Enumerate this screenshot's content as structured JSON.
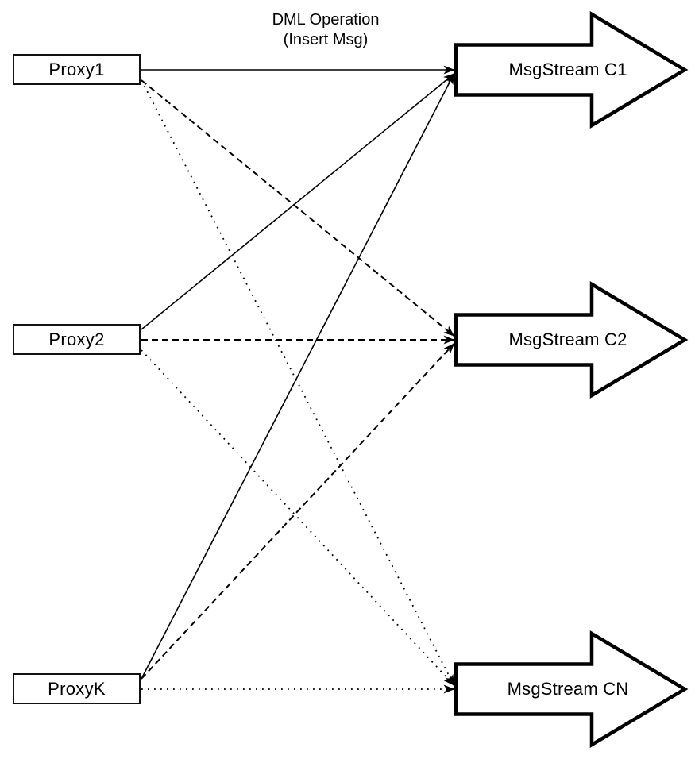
{
  "title": {
    "line1": "DML Operation",
    "line2": "(Insert Msg)"
  },
  "proxies": [
    {
      "id": "p1",
      "label": "Proxy1"
    },
    {
      "id": "p2",
      "label": "Proxy2"
    },
    {
      "id": "pk",
      "label": "ProxyK"
    }
  ],
  "streams": [
    {
      "id": "c1",
      "label": "MsgStream C1"
    },
    {
      "id": "c2",
      "label": "MsgStream C2"
    },
    {
      "id": "cn",
      "label": "MsgStream CN"
    }
  ],
  "edges": [
    {
      "from": "p1",
      "to": "c1",
      "style": "solid"
    },
    {
      "from": "p1",
      "to": "c2",
      "style": "dashed"
    },
    {
      "from": "p1",
      "to": "cn",
      "style": "dotted"
    },
    {
      "from": "p2",
      "to": "c1",
      "style": "solid"
    },
    {
      "from": "p2",
      "to": "c2",
      "style": "dashed"
    },
    {
      "from": "p2",
      "to": "cn",
      "style": "dotted"
    },
    {
      "from": "pk",
      "to": "c1",
      "style": "solid"
    },
    {
      "from": "pk",
      "to": "c2",
      "style": "dashed"
    },
    {
      "from": "pk",
      "to": "cn",
      "style": "dotted"
    }
  ],
  "colors": {
    "line": "#000000",
    "node_fill": "#ffffff",
    "node_border": "#111111"
  }
}
